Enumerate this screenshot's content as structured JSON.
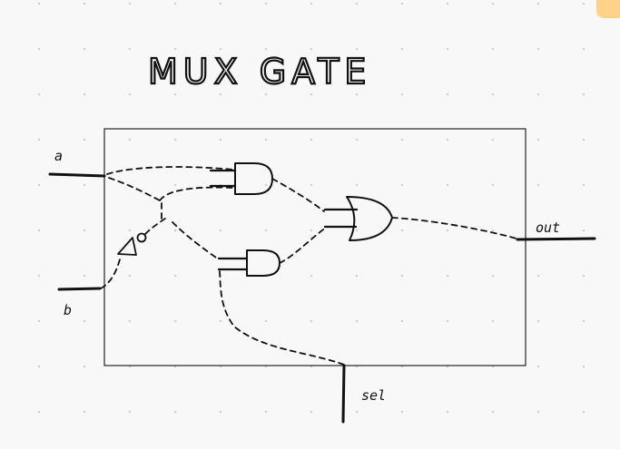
{
  "title": "MUX GATE",
  "inputs": {
    "a_label": "a",
    "b_label": "b",
    "sel_label": "sel"
  },
  "outputs": {
    "out_label": "out"
  },
  "colors": {
    "ink": "#111111",
    "background": "#f8f8f8",
    "grid_dot": "#cfcfcf",
    "accent": "#ffd28a"
  }
}
